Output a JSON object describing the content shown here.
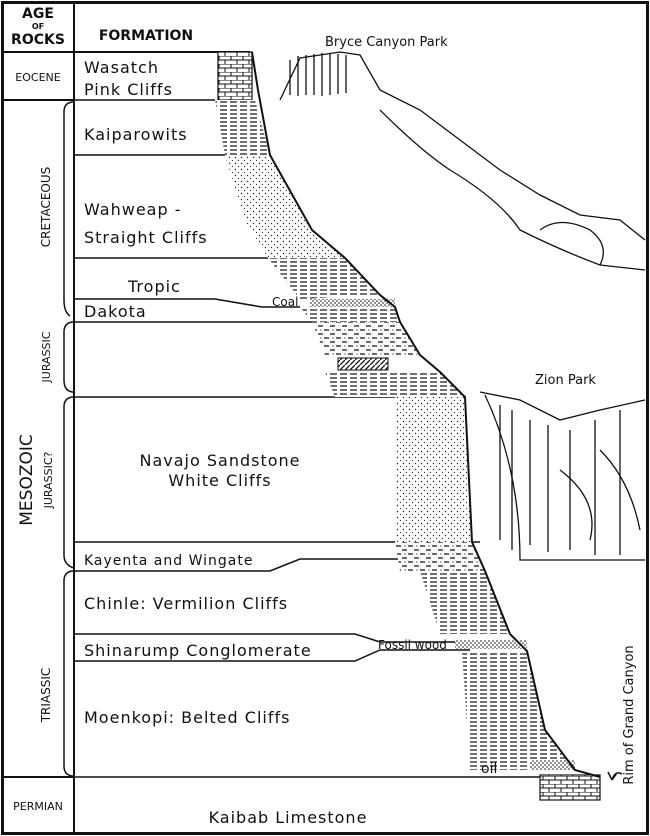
{
  "header": {
    "age_label": [
      "AGE",
      "OF",
      "ROCKS"
    ],
    "formation_label": "FORMATION"
  },
  "ages": {
    "eocene": "EOCENE",
    "cretaceous": "CRETACEOUS",
    "jurassic": "JURASSIC",
    "jurassic_q": "JURASSIC?",
    "mesozoic": "MESOZOIC",
    "triassic": "TRIASSIC",
    "permian": "PERMIAN"
  },
  "formations": {
    "wasatch": [
      "Wasatch",
      "Pink Cliffs"
    ],
    "kaiparowits": "Kaiparowits",
    "wahweap": [
      "Wahweap -",
      "Straight Cliffs"
    ],
    "tropic": "Tropic",
    "dakota": "Dakota",
    "navajo": [
      "Navajo Sandstone",
      "White Cliffs"
    ],
    "kayenta": "Kayenta and Wingate",
    "chinle": "Chinle: Vermilion  Cliffs",
    "shinarump": "Shinarump  Conglomerate",
    "moenkopi": "Moenkopi:  Belted  Cliffs",
    "kaibab": "Kaibab  Limestone"
  },
  "annotations": {
    "coal": "Coal",
    "fossil_wood": "Fossil wood",
    "oil": "oil",
    "rim": "Rim of Grand Canyon"
  },
  "landmarks": {
    "bryce": "Bryce Canyon Park",
    "zion": "Zion Park"
  }
}
